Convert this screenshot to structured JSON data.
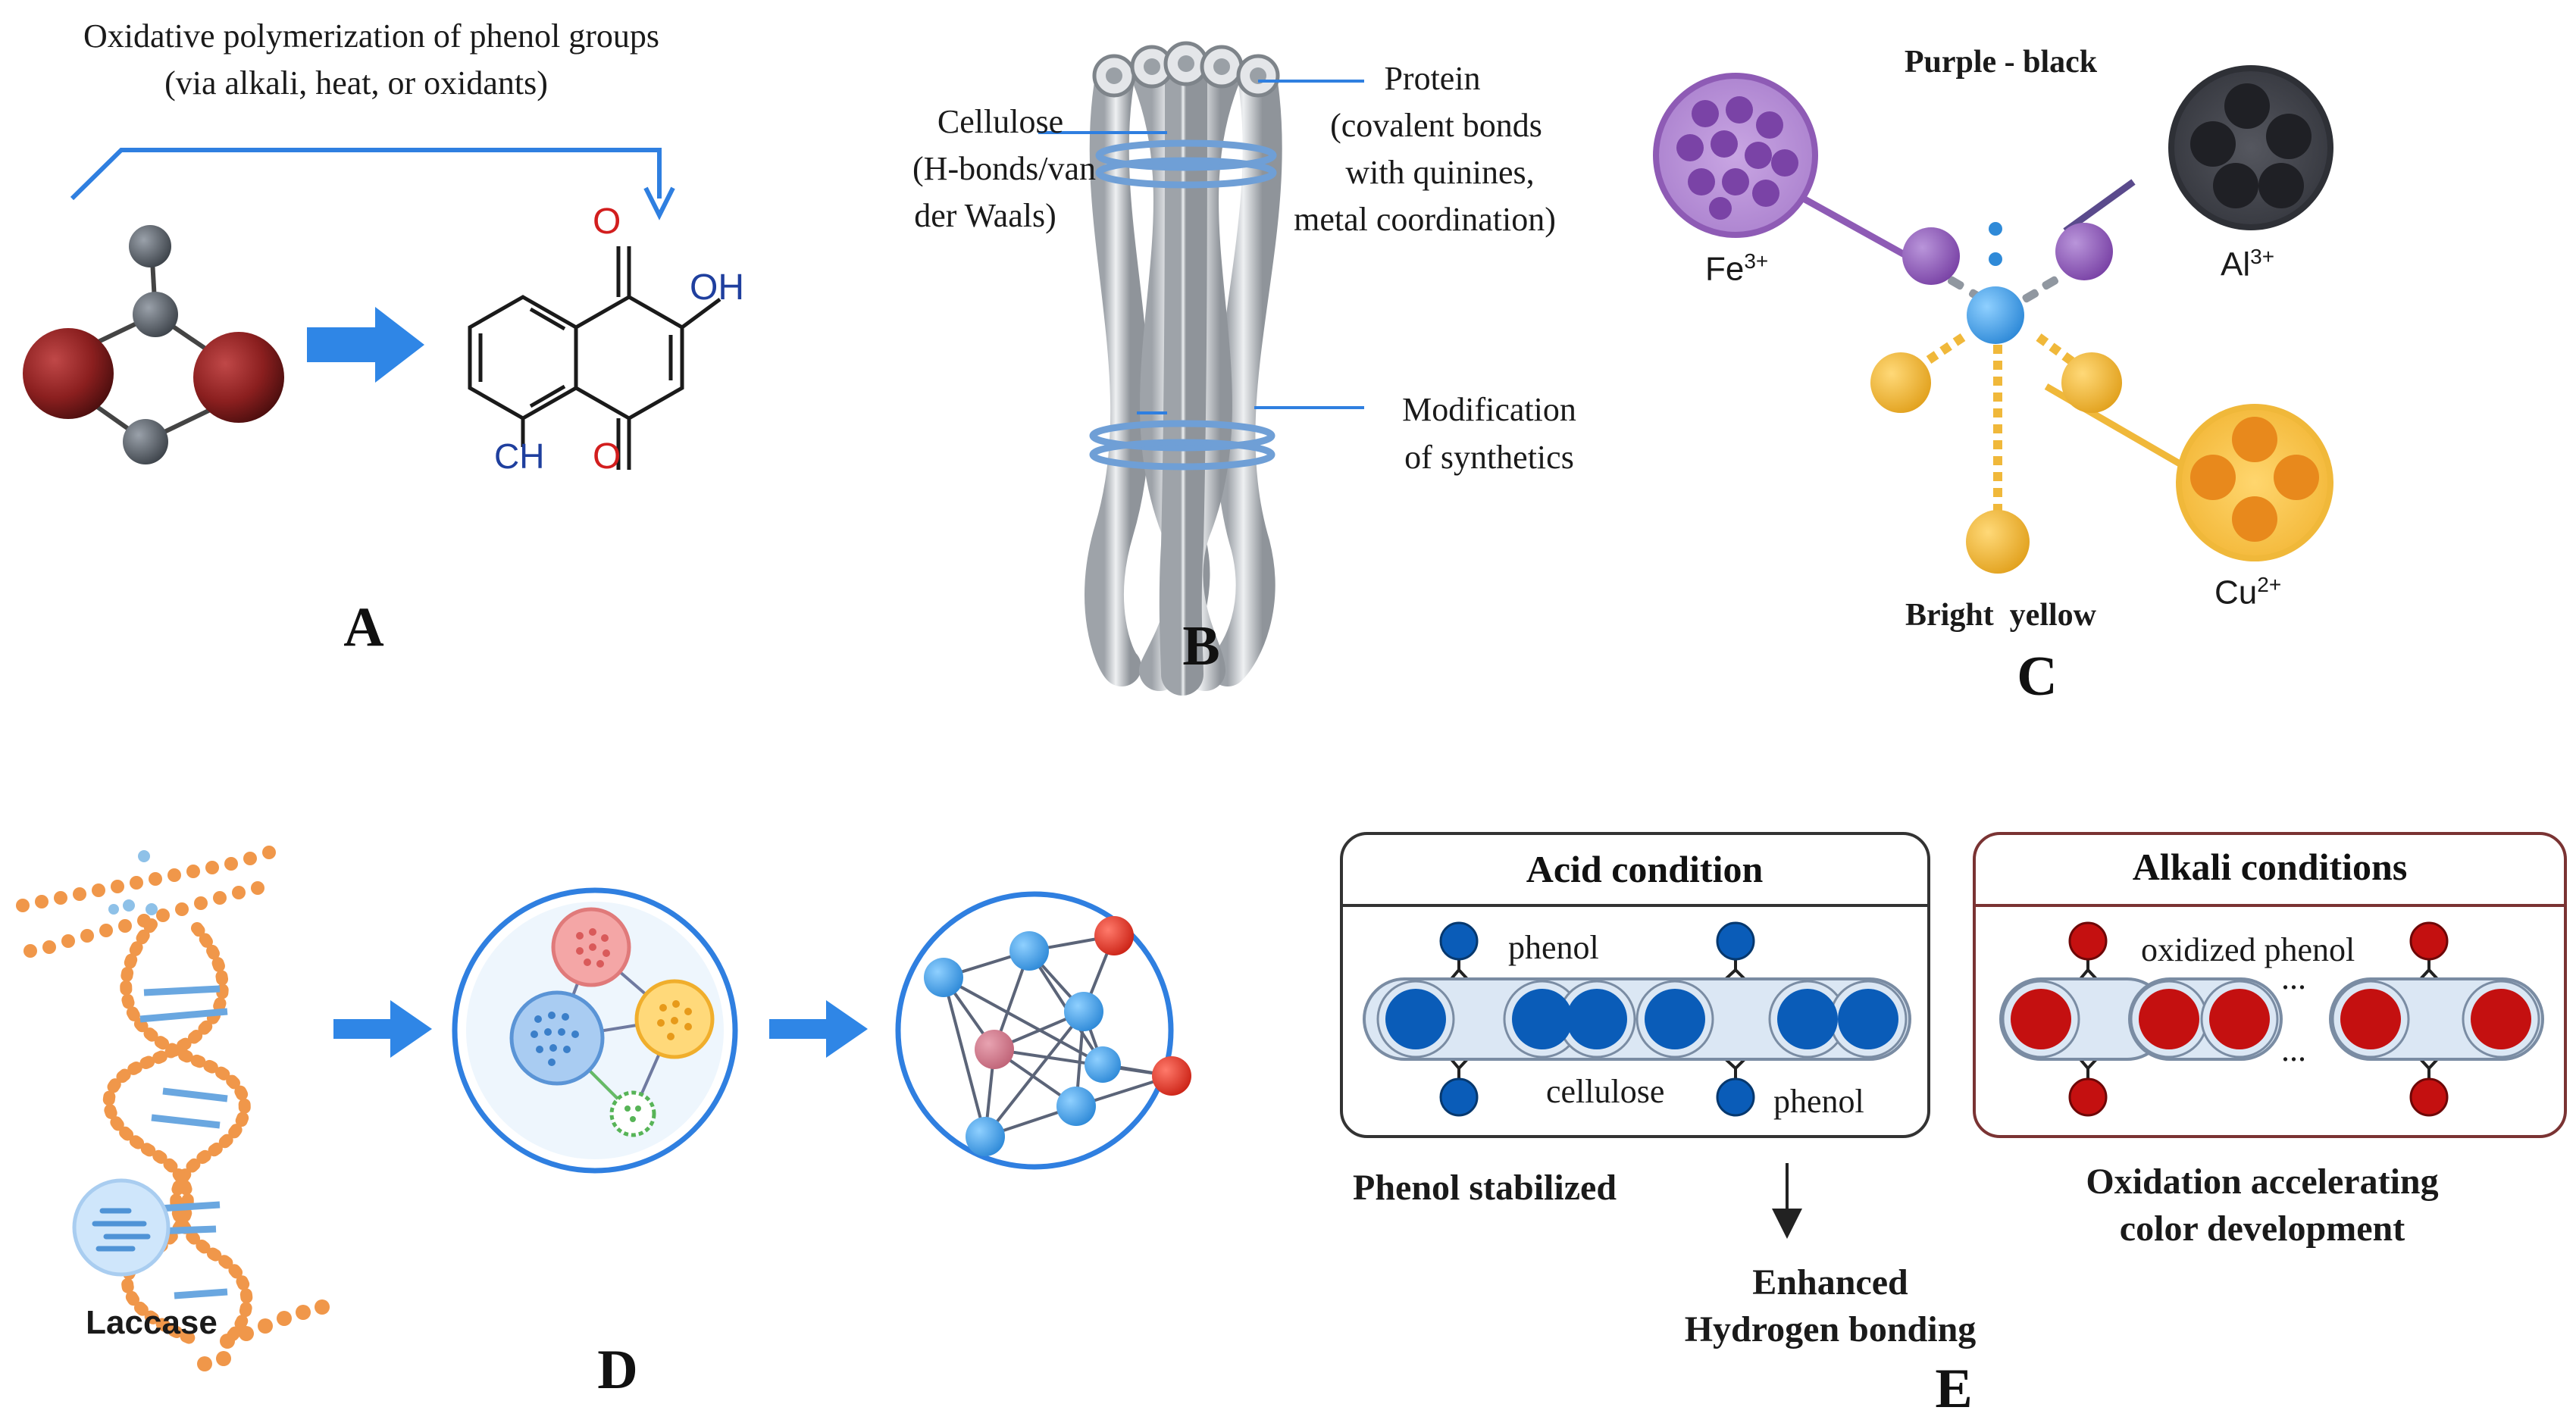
{
  "panels": {
    "A": {
      "letter": "A",
      "caption_line1": "Oxidative polymerization of phenol groups",
      "caption_line2": "(via alkali, heat, or oxidants)",
      "label_oh": "OH",
      "label_o_top": "O",
      "label_o_bottom": "O",
      "label_ch": "CH"
    },
    "B": {
      "letter": "B",
      "cellulose_line1": "Cellulose",
      "cellulose_line2": "(H-bonds/van",
      "cellulose_line3": "der Waals)",
      "protein_line1": "Protein",
      "protein_line2": "(covalent bonds",
      "protein_line3": "with quinines,",
      "protein_line4": "metal coordination)",
      "synthetic_line1": "Modification",
      "synthetic_line2": "of synthetics"
    },
    "C": {
      "letter": "C",
      "top_label": "Purple - black",
      "bottom_label": "Bright  yellow",
      "fe_label": "Fe",
      "fe_sup": "3+",
      "al_label": "Al",
      "al_sup": "3+",
      "cu_label": "Cu",
      "cu_sup": "2+"
    },
    "D": {
      "letter": "D",
      "laccase_label": "Laccase"
    },
    "E": {
      "letter": "E",
      "acid_title": "Acid condition",
      "alkali_title": "Alkali conditions",
      "phenol_top": "phenol",
      "cellulose": "cellulose",
      "phenol_bottom": "phenol",
      "oxidized_phenol": "oxidized phenol",
      "ellipsis_top": "...",
      "ellipsis_bottom": "...",
      "phenol_stabilized": "Phenol stabilized",
      "enhanced_line1": "Enhanced",
      "enhanced_line2": "Hydrogen bonding",
      "oxidation_line1": "Oxidation accelerating",
      "oxidation_line2": "color development"
    }
  },
  "colors": {
    "blue_arrow": "#2f86e6",
    "maroon_sphere": "#8b1f1f",
    "grey_sphere": "#5f6670",
    "acid_ring": "#0a5cb8",
    "alkali_ring": "#c41010",
    "purple": "#8e5bb5",
    "dark_grey": "#3d3f47",
    "gold": "#f0b83a"
  }
}
